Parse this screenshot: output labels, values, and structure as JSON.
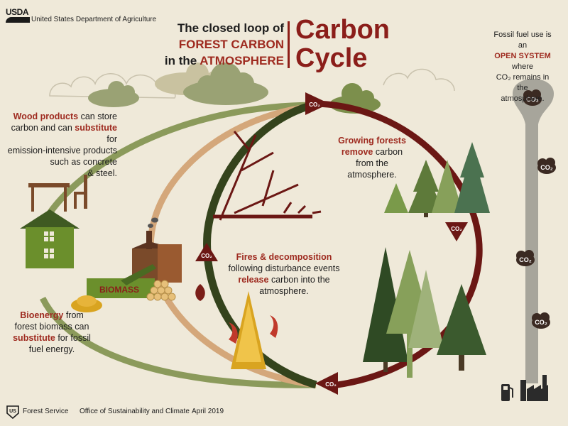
{
  "header": {
    "agency_logo": "USDA",
    "agency_name": "United States Department of Agriculture"
  },
  "title": {
    "line1": "The closed loop of",
    "line2_red": "FOREST CARBON",
    "line3_prefix": "in the",
    "line3_red": "ATMOSPHERE",
    "big_line1": "Carbon",
    "big_line2": "Cycle"
  },
  "fossil": {
    "p1": "Fossil fuel use is an",
    "red": "OPEN SYSTEM",
    "p2": "where",
    "p3": "CO₂ remains in the",
    "p4": "atmosphere."
  },
  "wood_products": {
    "red1": "Wood products",
    "t1": "can store",
    "t2": "carbon and can",
    "red2": "substitute",
    "t3": "for",
    "t4": "emission-intensive products",
    "t5": "such as concrete",
    "t6": "& steel."
  },
  "bioenergy": {
    "red1": "Bioenergy",
    "t1": "from",
    "t2": "forest biomass can",
    "red2": "substitute",
    "t3": "for fossil",
    "t4": "fuel energy."
  },
  "growing": {
    "red1": "Growing forests",
    "red2": "remove",
    "t1": "carbon",
    "t2": "from the",
    "t3": "atmosphere."
  },
  "fires": {
    "red1": "Fires & decomposition",
    "t1": "following disturbance events",
    "red2": "release",
    "t2": "carbon into the",
    "t3": "atmosphere."
  },
  "labels": {
    "biomass": "BIOMASS",
    "co2": "CO₂"
  },
  "footer": {
    "badge": "US",
    "service": "Forest Service",
    "office": "Office of Sustainability and Climate",
    "date": "April 2019"
  },
  "colors": {
    "dark_red": "#8b1e1a",
    "dark_green": "#3a4a22",
    "olive": "#7c8f4c",
    "tan": "#d4a77a",
    "background": "#efe9d9",
    "gray": "#a7a59b"
  },
  "icons": [
    "cloud-icon",
    "tree-icon",
    "house-icon",
    "table-icon",
    "chair-icon",
    "factory-icon",
    "gas-pump-icon",
    "fire-icon",
    "log-pile-icon",
    "co2-arrow-icon"
  ]
}
